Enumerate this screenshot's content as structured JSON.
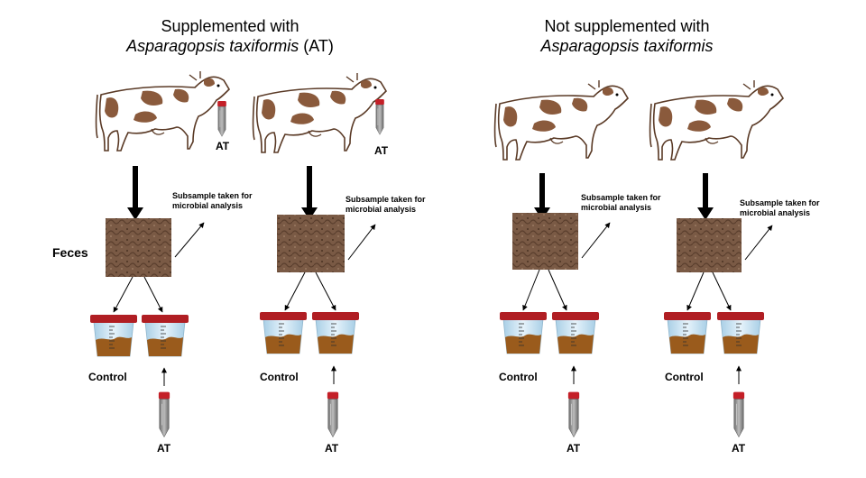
{
  "groups": [
    {
      "title_line1": "Supplemented with",
      "title_line2_italic": "Asparagopsis taxiformis",
      "title_line2_suffix": " (AT)"
    },
    {
      "title_line1": "Not supplemented with",
      "title_line2_italic": "Asparagopsis taxiformis",
      "title_line2_suffix": ""
    }
  ],
  "labels": {
    "at": "AT",
    "feces": "Feces",
    "control": "Control",
    "subsample_line1": "Subsample taken for",
    "subsample_line2": "microbial analysis"
  },
  "colors": {
    "cow_spot": "#8a5a3c",
    "feces": "#7a5a45",
    "cup_lid": "#b01e23",
    "cup_body": "#cfe6f4",
    "cup_contents": "#9a5b1c",
    "tube_cap": "#c41f27",
    "tube_body": "#7e7e7e"
  }
}
